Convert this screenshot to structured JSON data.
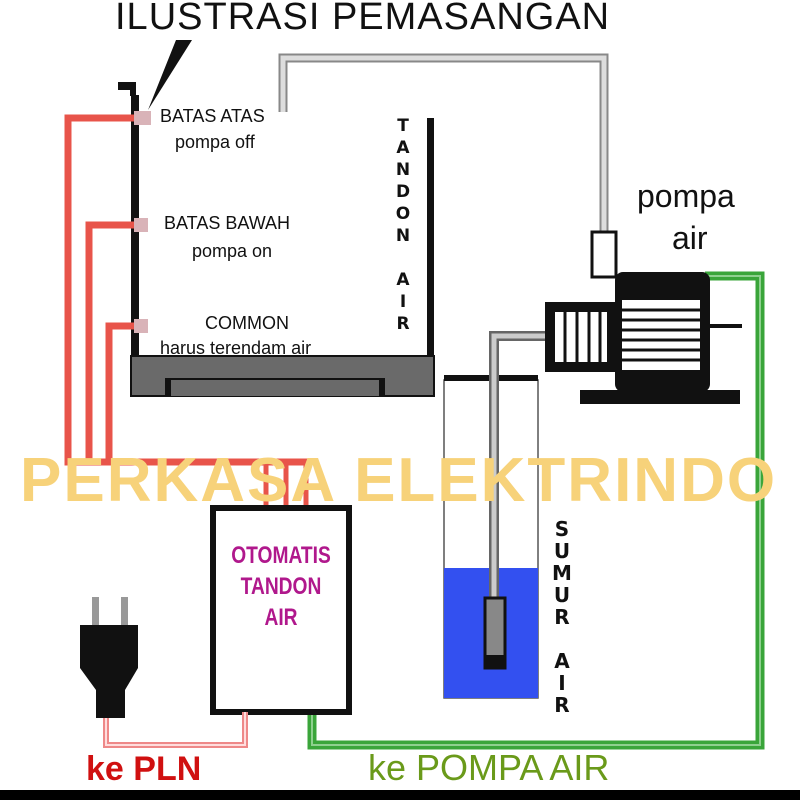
{
  "title": "ILUSTRASI PEMASANGAN",
  "tank": {
    "label_letters": [
      "T",
      "A",
      "N",
      "D",
      "O",
      "N",
      "",
      "A",
      "I",
      "R"
    ],
    "label": "TANDON AIR",
    "sensors": [
      {
        "name": "BATAS ATAS",
        "note": "pompa off"
      },
      {
        "name": "BATAS BAWAH",
        "note": "pompa on"
      },
      {
        "name": "COMMON",
        "note": "harus terendam air"
      }
    ]
  },
  "pump_label": {
    "line1": "pompa",
    "line2": "air"
  },
  "well": {
    "label": "SUMUR AIR",
    "label_letters": [
      "S",
      "U",
      "M",
      "U",
      "R",
      "",
      "A",
      "I",
      "R"
    ]
  },
  "controller": {
    "line1": "OTOMATIS",
    "line2": "TANDON",
    "line3": "AIR"
  },
  "watermark": "PERKASA ELEKTRINDO",
  "bottom_labels": {
    "pln": "ke PLN",
    "pump": "ke POMPA AIR"
  },
  "colors": {
    "wire_red": "#e8544a",
    "pipe_green": "#3aa53a",
    "water": "#3350f0",
    "controller_text": "#b0188c",
    "pln_text": "#d01010",
    "pump_text": "#6a9a1a",
    "watermark": "#f7d27a"
  }
}
